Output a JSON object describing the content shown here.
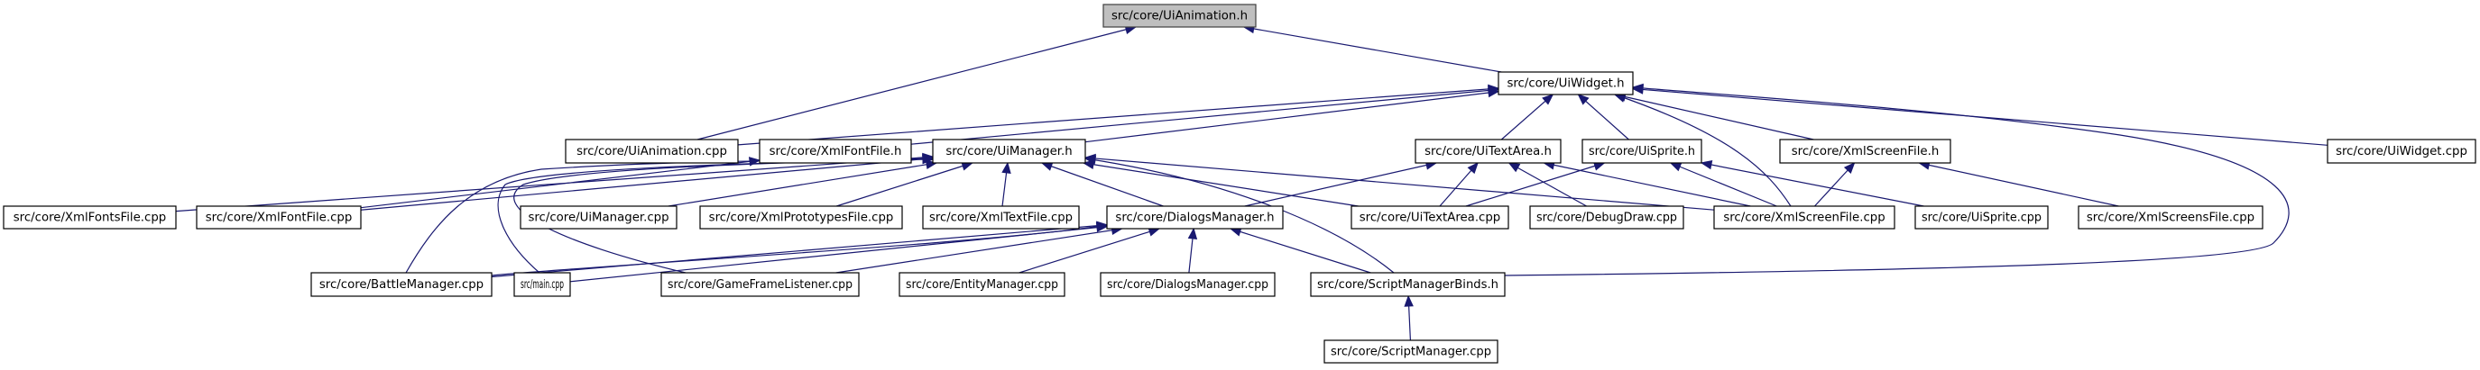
{
  "graph": {
    "title": "src/core/UiAnimation.h include dependency graph",
    "edge_color": "#191970",
    "root_fill": "#bfbfbf",
    "node_fill": "#ffffff",
    "nodes": [
      {
        "id": "UiAnimation_h",
        "label": "src/core/UiAnimation.h",
        "root": true
      },
      {
        "id": "UiWidget_h",
        "label": "src/core/UiWidget.h"
      },
      {
        "id": "UiAnimation_cpp",
        "label": "src/core/UiAnimation.cpp"
      },
      {
        "id": "XmlFontFile_h",
        "label": "src/core/XmlFontFile.h"
      },
      {
        "id": "UiManager_h",
        "label": "src/core/UiManager.h"
      },
      {
        "id": "UiTextArea_h",
        "label": "src/core/UiTextArea.h"
      },
      {
        "id": "UiSprite_h",
        "label": "src/core/UiSprite.h"
      },
      {
        "id": "XmlScreenFile_h",
        "label": "src/core/XmlScreenFile.h"
      },
      {
        "id": "UiWidget_cpp",
        "label": "src/core/UiWidget.cpp"
      },
      {
        "id": "XmlFontsFile_cpp",
        "label": "src/core/XmlFontsFile.cpp"
      },
      {
        "id": "XmlFontFile_cpp",
        "label": "src/core/XmlFontFile.cpp"
      },
      {
        "id": "UiManager_cpp",
        "label": "src/core/UiManager.cpp"
      },
      {
        "id": "XmlPrototypesFile_cpp",
        "label": "src/core/XmlPrototypesFile.cpp"
      },
      {
        "id": "XmlTextFile_cpp",
        "label": "src/core/XmlTextFile.cpp"
      },
      {
        "id": "DialogsManager_h",
        "label": "src/core/DialogsManager.h"
      },
      {
        "id": "UiTextArea_cpp",
        "label": "src/core/UiTextArea.cpp"
      },
      {
        "id": "DebugDraw_cpp",
        "label": "src/core/DebugDraw.cpp"
      },
      {
        "id": "XmlScreenFile_cpp",
        "label": "src/core/XmlScreenFile.cpp"
      },
      {
        "id": "UiSprite_cpp",
        "label": "src/core/UiSprite.cpp"
      },
      {
        "id": "XmlScreensFile_cpp",
        "label": "src/core/XmlScreensFile.cpp"
      },
      {
        "id": "BattleManager_cpp",
        "label": "src/core/BattleManager.cpp"
      },
      {
        "id": "main_cpp",
        "label": "src/main.cpp"
      },
      {
        "id": "GameFrameListener_cpp",
        "label": "src/core/GameFrameListener.cpp"
      },
      {
        "id": "EntityManager_cpp",
        "label": "src/core/EntityManager.cpp"
      },
      {
        "id": "DialogsManager_cpp",
        "label": "src/core/DialogsManager.cpp"
      },
      {
        "id": "ScriptManagerBinds_h",
        "label": "src/core/ScriptManagerBinds.h"
      },
      {
        "id": "ScriptManager_cpp",
        "label": "src/core/ScriptManager.cpp"
      }
    ],
    "edges": [
      {
        "from": "UiAnimation_cpp",
        "to": "UiAnimation_h"
      },
      {
        "from": "UiWidget_h",
        "to": "UiAnimation_h"
      },
      {
        "from": "UiAnimation_cpp",
        "to": "UiWidget_h"
      },
      {
        "from": "XmlFontFile_h",
        "to": "UiWidget_h"
      },
      {
        "from": "UiManager_h",
        "to": "UiWidget_h"
      },
      {
        "from": "UiTextArea_h",
        "to": "UiWidget_h"
      },
      {
        "from": "UiSprite_h",
        "to": "UiWidget_h"
      },
      {
        "from": "XmlScreenFile_h",
        "to": "UiWidget_h"
      },
      {
        "from": "UiWidget_cpp",
        "to": "UiWidget_h"
      },
      {
        "from": "XmlScreenFile_cpp",
        "to": "UiWidget_h"
      },
      {
        "from": "ScriptManagerBinds_h",
        "to": "UiWidget_h"
      },
      {
        "from": "XmlFontsFile_cpp",
        "to": "UiManager_h"
      },
      {
        "from": "XmlFontFile_cpp",
        "to": "XmlFontFile_h"
      },
      {
        "from": "XmlFontFile_cpp",
        "to": "UiManager_h"
      },
      {
        "from": "UiManager_cpp",
        "to": "UiManager_h"
      },
      {
        "from": "XmlPrototypesFile_cpp",
        "to": "UiManager_h"
      },
      {
        "from": "XmlTextFile_cpp",
        "to": "UiManager_h"
      },
      {
        "from": "DialogsManager_h",
        "to": "UiManager_h"
      },
      {
        "from": "UiTextArea_cpp",
        "to": "UiManager_h"
      },
      {
        "from": "XmlScreenFile_cpp",
        "to": "UiManager_h"
      },
      {
        "from": "ScriptManagerBinds_h",
        "to": "UiManager_h"
      },
      {
        "from": "BattleManager_cpp",
        "to": "UiManager_h"
      },
      {
        "from": "main_cpp",
        "to": "UiManager_h"
      },
      {
        "from": "GameFrameListener_cpp",
        "to": "UiManager_h"
      },
      {
        "from": "BattleManager_cpp",
        "to": "XmlFontFile_h"
      },
      {
        "from": "DialogsManager_h",
        "to": "UiTextArea_h"
      },
      {
        "from": "UiTextArea_cpp",
        "to": "UiTextArea_h"
      },
      {
        "from": "DebugDraw_cpp",
        "to": "UiTextArea_h"
      },
      {
        "from": "XmlScreenFile_cpp",
        "to": "UiTextArea_h"
      },
      {
        "from": "UiTextArea_cpp",
        "to": "UiSprite_h"
      },
      {
        "from": "XmlScreenFile_cpp",
        "to": "UiSprite_h"
      },
      {
        "from": "UiSprite_cpp",
        "to": "UiSprite_h"
      },
      {
        "from": "XmlScreenFile_cpp",
        "to": "XmlScreenFile_h"
      },
      {
        "from": "XmlScreensFile_cpp",
        "to": "XmlScreenFile_h"
      },
      {
        "from": "BattleManager_cpp",
        "to": "DialogsManager_h"
      },
      {
        "from": "main_cpp",
        "to": "DialogsManager_h"
      },
      {
        "from": "GameFrameListener_cpp",
        "to": "DialogsManager_h"
      },
      {
        "from": "EntityManager_cpp",
        "to": "DialogsManager_h"
      },
      {
        "from": "DialogsManager_cpp",
        "to": "DialogsManager_h"
      },
      {
        "from": "ScriptManagerBinds_h",
        "to": "DialogsManager_h"
      },
      {
        "from": "ScriptManager_cpp",
        "to": "ScriptManagerBinds_h"
      }
    ]
  }
}
